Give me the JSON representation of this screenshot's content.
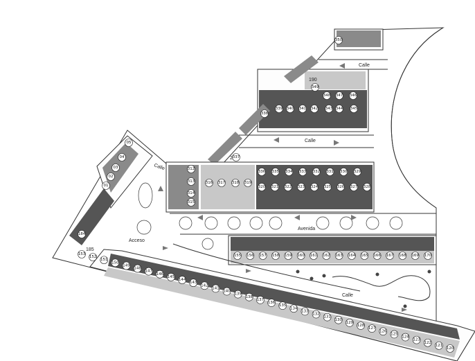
{
  "map": {
    "streets": {
      "calle_top": "Calle",
      "calle_mid": "Calle",
      "calle_left": "Calle",
      "avenida": "Avenida",
      "acceso": "Acceso",
      "calle_bottom": "Calle"
    },
    "block_numbers": {
      "b203": "203",
      "b190": "190",
      "b185": "185"
    },
    "lots_north": [
      "350",
      "349",
      "348",
      "347",
      "346",
      "345",
      "344",
      "343",
      "342",
      "341",
      "340",
      "339",
      "338",
      "337"
    ],
    "lots_center_upper": [
      "336",
      "335",
      "334",
      "333",
      "332",
      "331",
      "330",
      "329"
    ],
    "lots_center_lower": [
      "320",
      "321",
      "322",
      "323",
      "324",
      "325",
      "326",
      "327",
      "328"
    ],
    "lots_center_left": [
      "312",
      "313",
      "314",
      "315",
      "316",
      "317",
      "318",
      "319"
    ],
    "lots_avenida_row": [
      "155",
      "156",
      "157",
      "158",
      "159",
      "160",
      "161",
      "162",
      "163",
      "164",
      "165",
      "166",
      "167",
      "168",
      "169",
      "170"
    ],
    "lots_west": [
      "05",
      "04",
      "03",
      "02",
      "01",
      "184"
    ],
    "lots_south": [
      "153",
      "152",
      "151",
      "150",
      "149",
      "148",
      "147",
      "146",
      "145",
      "144",
      "143",
      "142",
      "141",
      "140",
      "139",
      "138",
      "137",
      "136",
      "135",
      "134",
      "133",
      "132",
      "131",
      "130",
      "129",
      "128",
      "127",
      "126",
      "125",
      "124",
      "123",
      "122",
      "121",
      "120"
    ],
    "colors": {
      "lines": "#333333",
      "dark_fill": "#555555",
      "background": "#ffffff"
    }
  }
}
